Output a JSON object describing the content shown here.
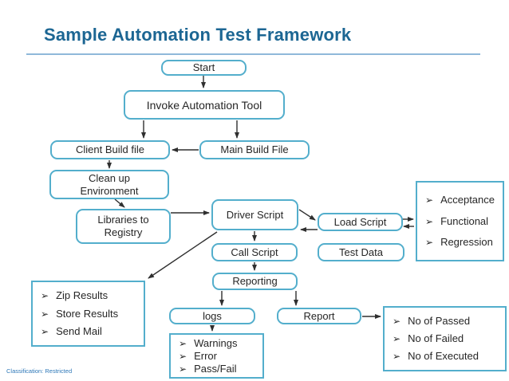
{
  "title": "Sample Automation Test Framework",
  "bullet": "➢",
  "footer": {
    "classification": "Classification: Restricted"
  },
  "colors": {
    "title": "#1C6693",
    "border": "#53AECC",
    "arrow": "#2F2F2F",
    "text": "#262626",
    "rule": "#8FB8DA",
    "footer": "#2E78B8"
  },
  "nodes": {
    "start": {
      "label": "Start"
    },
    "invoke": {
      "label": "Invoke Automation Tool"
    },
    "client_build": {
      "label": "Client Build file"
    },
    "main_build": {
      "label": "Main Build File"
    },
    "cleanup": {
      "label": "Clean up Environment"
    },
    "libraries": {
      "label": "Libraries to Registry"
    },
    "driver": {
      "label": "Driver Script"
    },
    "load": {
      "label": "Load Script"
    },
    "call": {
      "label": "Call Script"
    },
    "test_data": {
      "label": "Test Data"
    },
    "reporting": {
      "label": "Reporting"
    },
    "logs": {
      "label": "logs"
    },
    "report": {
      "label": "Report"
    },
    "test_types": {
      "items": [
        "Acceptance",
        "Functional",
        "Regression"
      ]
    },
    "results_actions": {
      "items": [
        "Zip Results",
        "Store Results",
        "Send Mail"
      ]
    },
    "log_details": {
      "items": [
        "Warnings",
        "Error",
        "Pass/Fail"
      ]
    },
    "report_metrics": {
      "items": [
        "No of Passed",
        "No of Failed",
        "No of Executed"
      ]
    }
  }
}
